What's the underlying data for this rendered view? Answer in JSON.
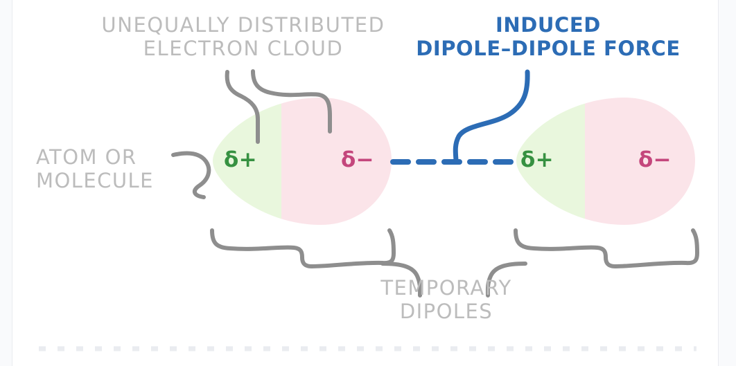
{
  "diagram": {
    "title": "Induced dipole-dipole (London dispersion) force between two temporary dipoles",
    "background_color": "#f9fafc",
    "card_color": "#ffffff",
    "labels": {
      "electron_cloud": "UNEQUALLY DISTRIBUTED\nELECTRON CLOUD",
      "atom_or_molecule": "ATOM OR\nMOLECULE",
      "temporary_dipoles": "TEMPORARY\nDIPOLES",
      "induced_force": "INDUCED\nDIPOLE–DIPOLE FORCE"
    },
    "charges": {
      "left_molecule": {
        "positive": "δ+",
        "negative": "δ−"
      },
      "right_molecule": {
        "positive": "δ+",
        "negative": "δ−"
      }
    },
    "colors": {
      "annotation_gray": "#bcbcbc",
      "pointer_gray": "#8e8e8e",
      "accent_blue": "#2c6cb5",
      "delta_positive_text": "#369141",
      "delta_negative_text": "#c4467c",
      "cloud_positive_fill": "#e9f7dd",
      "cloud_negative_fill": "#fbe4e9",
      "divider_gray": "#e9ebef"
    },
    "molecules": [
      {
        "name": "left-molecule",
        "positive_region_fill": "#e9f7dd",
        "negative_region_fill": "#fbe4e9",
        "positive_side": "left",
        "negative_side": "right"
      },
      {
        "name": "right-molecule",
        "positive_region_fill": "#e9f7dd",
        "negative_region_fill": "#fbe4e9",
        "positive_side": "left",
        "negative_side": "right"
      }
    ],
    "interaction": {
      "type": "dashed-line",
      "color": "#2c6cb5",
      "dash_count": 6,
      "description": "Dashed blue line between δ− of the left molecule and δ+ of the right molecule"
    },
    "footer_divider": {
      "style": "dashed",
      "color": "#eaecf0"
    }
  }
}
